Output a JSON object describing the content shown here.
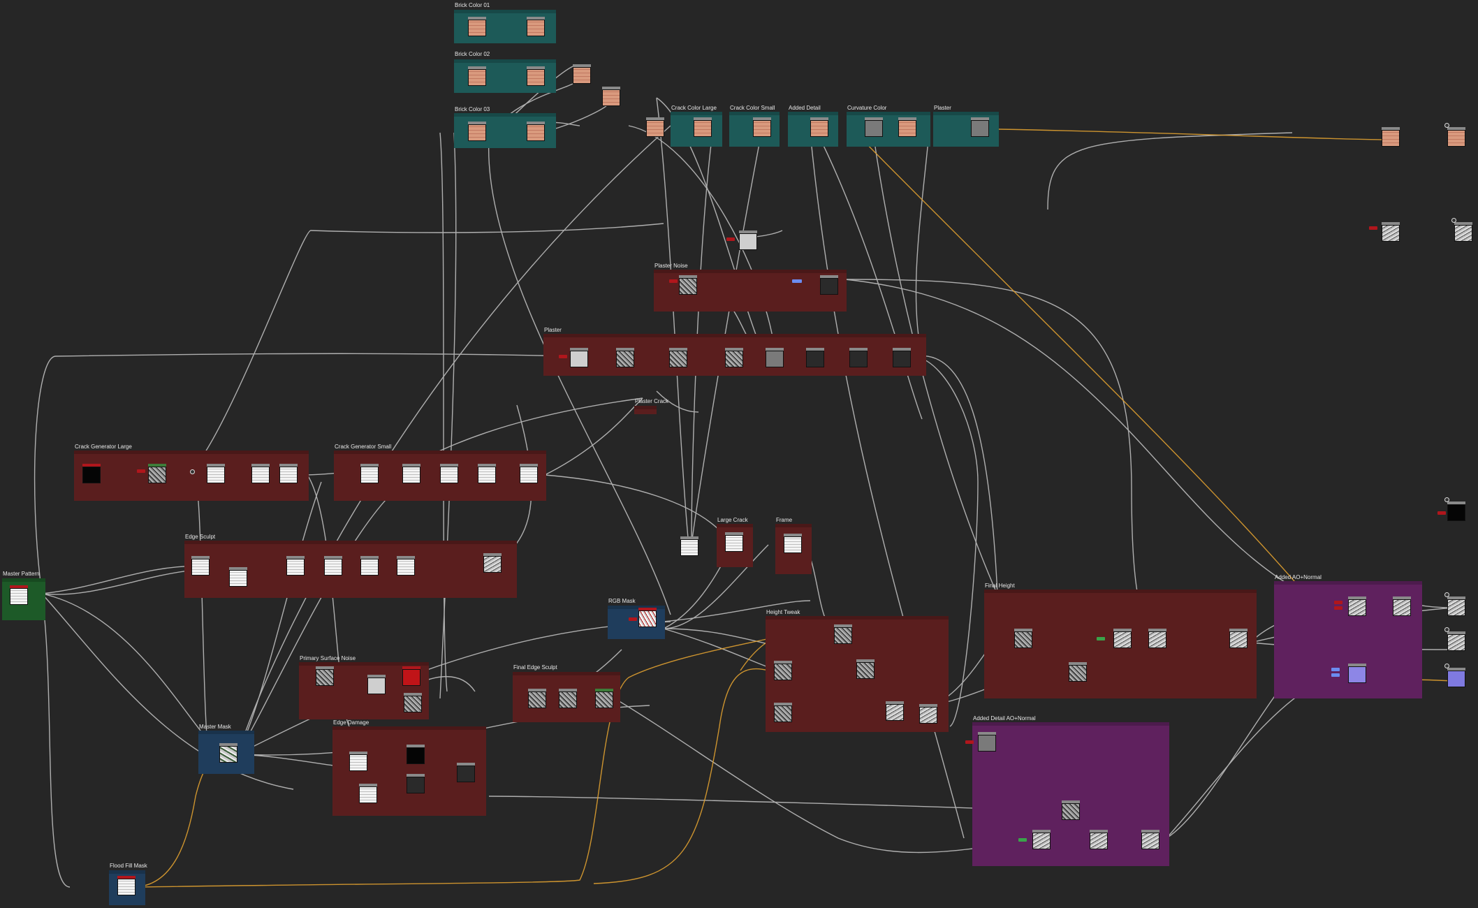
{
  "frames": [
    {
      "id": "f1",
      "title": "Brick Color 01",
      "color": "teal"
    },
    {
      "id": "f2",
      "title": "Brick Color 02",
      "color": "teal"
    },
    {
      "id": "f3",
      "title": "Brick Color 03",
      "color": "teal"
    },
    {
      "id": "f4",
      "title": "Crack Color Large",
      "color": "teal"
    },
    {
      "id": "f5",
      "title": "Crack Color Small",
      "color": "teal"
    },
    {
      "id": "f6",
      "title": "Added Detail",
      "color": "teal"
    },
    {
      "id": "f7",
      "title": "Curvature Color",
      "color": "teal"
    },
    {
      "id": "f8",
      "title": "Plaster",
      "color": "teal"
    },
    {
      "id": "f9",
      "title": "Plaster Noise",
      "color": "red"
    },
    {
      "id": "f10",
      "title": "Plaster",
      "color": "red"
    },
    {
      "id": "f11",
      "title": "Plaster Crack",
      "color": "red"
    },
    {
      "id": "f12",
      "title": "Crack Generator Large",
      "color": "red"
    },
    {
      "id": "f13",
      "title": "Crack Generator Small",
      "color": "red"
    },
    {
      "id": "f14",
      "title": "Edge Sculpt",
      "color": "red"
    },
    {
      "id": "f15",
      "title": "Master Pattern",
      "color": "green"
    },
    {
      "id": "f16",
      "title": "Large Crack",
      "color": "red"
    },
    {
      "id": "f17",
      "title": "Frame",
      "color": "red"
    },
    {
      "id": "f18",
      "title": "RGB Mask",
      "color": "blue"
    },
    {
      "id": "f19",
      "title": "Height Tweak",
      "color": "red"
    },
    {
      "id": "f20",
      "title": "Final Height",
      "color": "red"
    },
    {
      "id": "f21",
      "title": "Added AO+Normal",
      "color": "purple"
    },
    {
      "id": "f22",
      "title": "Primary Surface Noise",
      "color": "red"
    },
    {
      "id": "f23",
      "title": "Final Edge Sculpt",
      "color": "red"
    },
    {
      "id": "f24",
      "title": "Master Mask",
      "color": "blue"
    },
    {
      "id": "f25",
      "title": "Edge Damage",
      "color": "red"
    },
    {
      "id": "f26",
      "title": "Added Detail AO+Normal",
      "color": "purple"
    },
    {
      "id": "f27",
      "title": "Flood Fill Mask",
      "color": "blue"
    }
  ],
  "colors": {
    "background": "#262626",
    "wire": "#c8c8c8",
    "wire_gray_output": "#e8e8e8",
    "wire_color_output": "#e0a030",
    "frame_red": "#5a1e1e",
    "frame_teal": "#1d5a58",
    "frame_purple": "#5f215e",
    "frame_blue": "#1f3d5c",
    "frame_green": "#1d5a28"
  }
}
